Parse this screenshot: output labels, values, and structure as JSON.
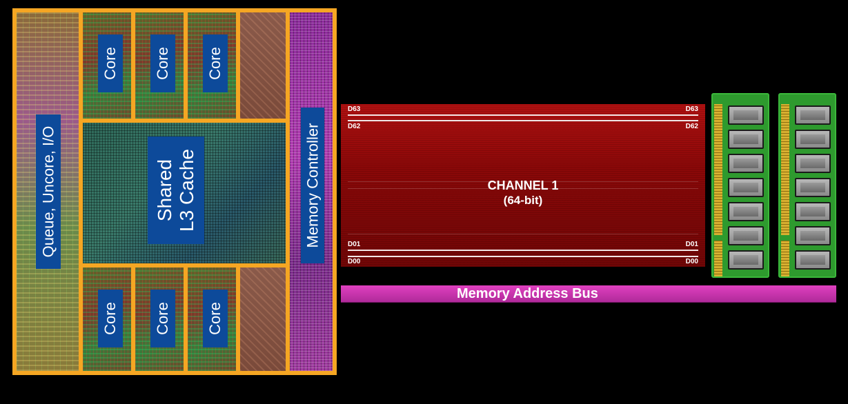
{
  "die": {
    "uncore_label": "Queue, Uncore, I/O",
    "core_label": "Core",
    "l3_line1": "Shared",
    "l3_line2": "L3 Cache",
    "memory_controller_label": "Memory Controller"
  },
  "channel": {
    "title": "CHANNEL 1",
    "subtitle": "(64-bit)",
    "pins": [
      "D63",
      "D62",
      "D01",
      "D00"
    ]
  },
  "bus": {
    "label": "Memory Address Bus"
  },
  "colors": {
    "die_border": "#f5a623",
    "label_bg": "#0d4a9a",
    "channel": "#8a0808",
    "bus": "#c030a8",
    "dimm": "#2e9a2e"
  }
}
